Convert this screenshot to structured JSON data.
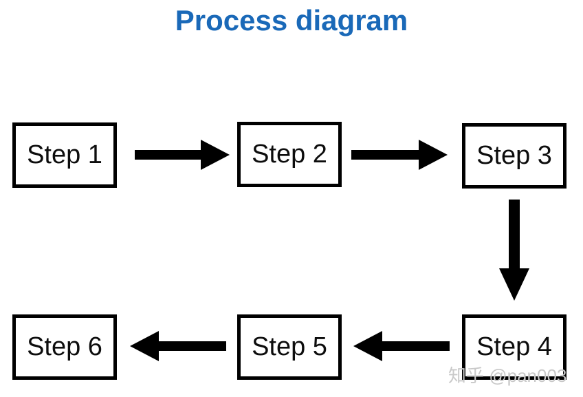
{
  "page": {
    "background_color": "#ffffff"
  },
  "title": {
    "text": "Process diagram",
    "color": "#1a69b8"
  },
  "diagram": {
    "type": "flowchart",
    "box_fill": "#ffffff",
    "box_border_color": "#000000",
    "arrow_color": "#000000",
    "steps": [
      {
        "label": "Step 1"
      },
      {
        "label": "Step 2"
      },
      {
        "label": "Step 3"
      },
      {
        "label": "Step 4"
      },
      {
        "label": "Step 5"
      },
      {
        "label": "Step 6"
      }
    ],
    "connections": [
      {
        "from": "Step 1",
        "to": "Step 2",
        "direction": "right"
      },
      {
        "from": "Step 2",
        "to": "Step 3",
        "direction": "right"
      },
      {
        "from": "Step 3",
        "to": "Step 4",
        "direction": "down"
      },
      {
        "from": "Step 4",
        "to": "Step 5",
        "direction": "left"
      },
      {
        "from": "Step 5",
        "to": "Step 6",
        "direction": "left"
      }
    ]
  },
  "watermark": {
    "text": "知乎 @pan003",
    "color": "#c9c9c9"
  }
}
